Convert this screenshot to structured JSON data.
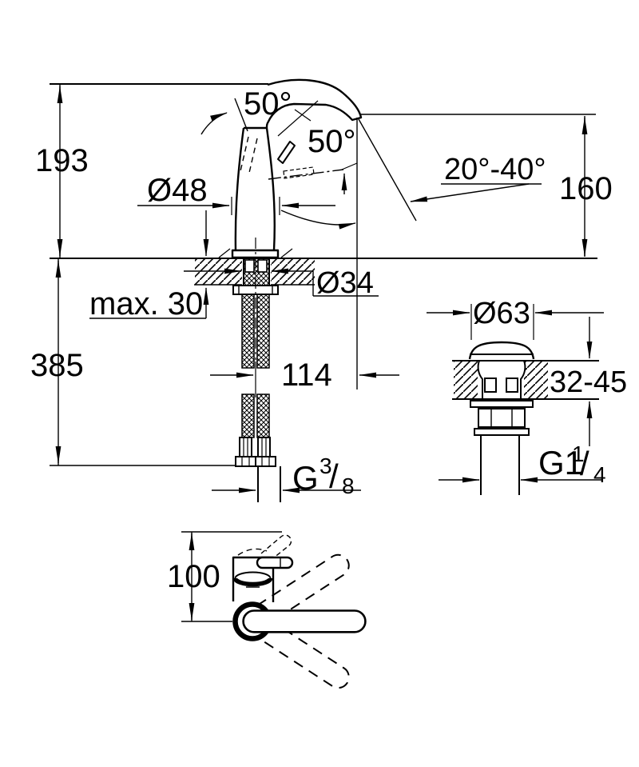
{
  "drawing": {
    "background": "#ffffff",
    "line_color": "#000000",
    "front_view": {
      "total_height": "193",
      "below_deck_height": "385",
      "deck_thickness_max": "max. 30",
      "body_diameter": "Ø48",
      "handle_swing_left": "50°",
      "handle_swing_right": "50°",
      "spray_angle_range": "20°-40°",
      "spout_outlet_height": "160",
      "shank_diameter": "Ø34",
      "spout_projection": "114",
      "supply_thread": {
        "main": "G",
        "numerator": "3",
        "divider": "/",
        "denominator": "8"
      }
    },
    "waste_view": {
      "flange_diameter": "Ø63",
      "deck_thickness_range": "32-45",
      "waste_thread": {
        "main": "G1",
        "numerator": "1",
        "divider": "/",
        "denominator": "4"
      }
    },
    "top_view": {
      "spout_height_offset": "100"
    }
  }
}
